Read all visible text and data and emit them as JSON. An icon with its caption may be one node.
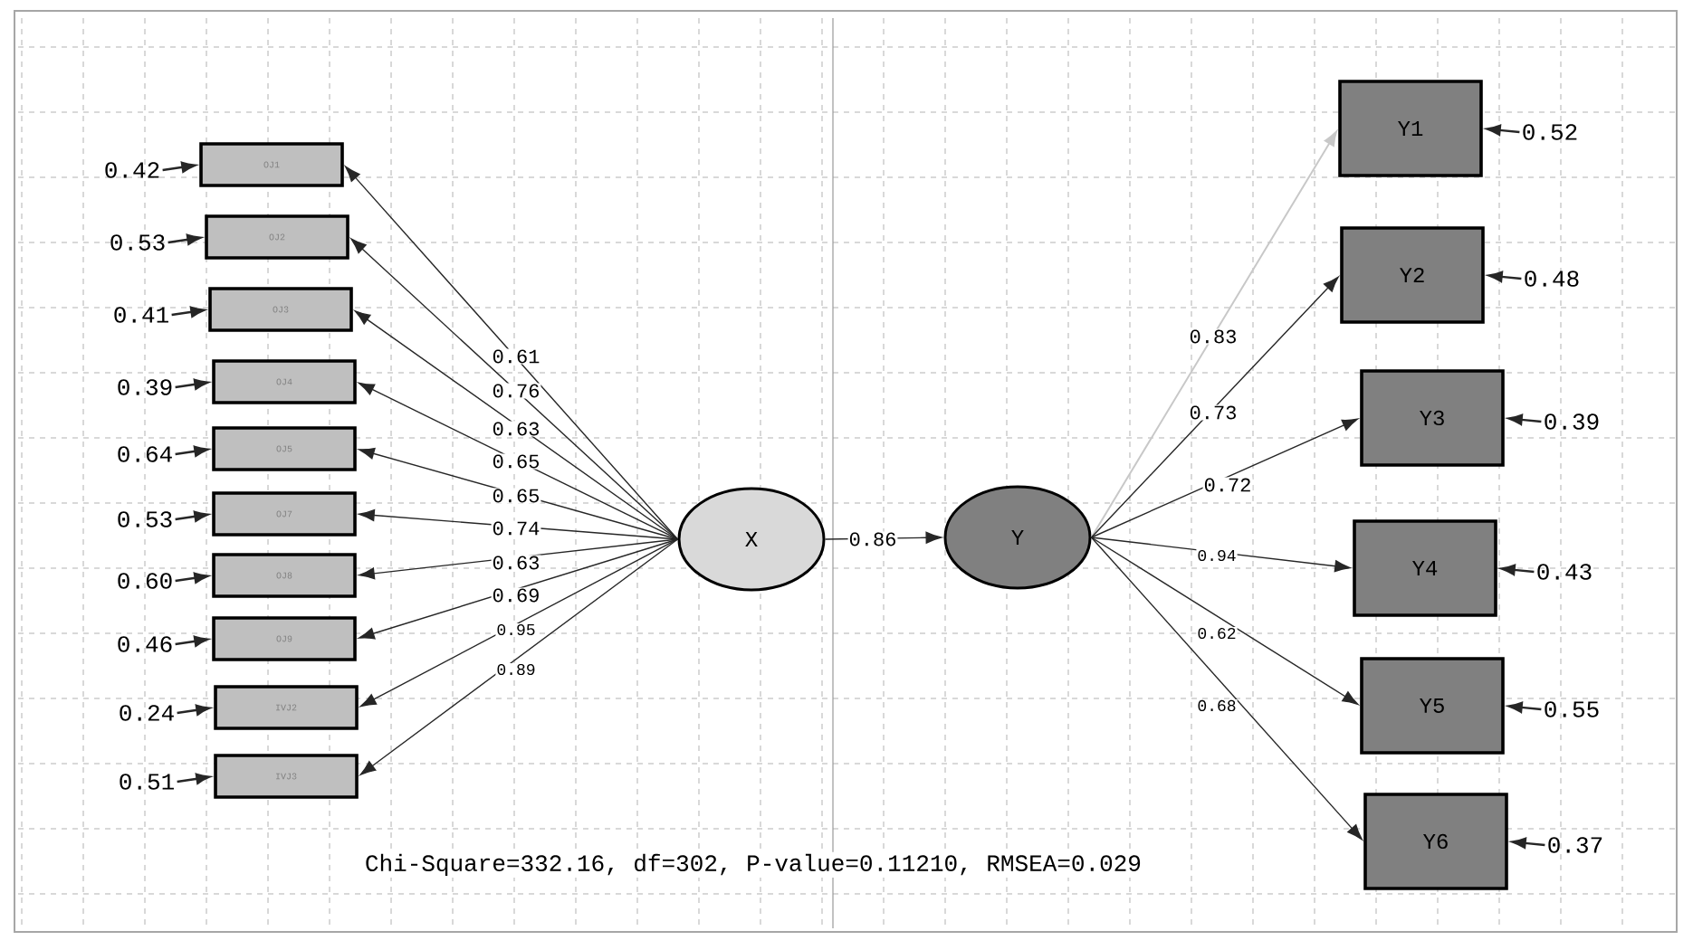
{
  "diagram": {
    "nodes": [
      {
        "text": [
          "OJ1"
        ]
      },
      {
        "text": [
          "OJ2"
        ]
      },
      {
        "text": [
          "OJ3"
        ]
      },
      {
        "text": [
          "OJ4"
        ]
      },
      {
        "text": [
          "OJ5"
        ]
      },
      {
        "text": [
          "OJ7"
        ]
      },
      {
        "text": [
          "OJ8"
        ]
      },
      {
        "text": [
          "OJ9"
        ]
      },
      {
        "text": [
          "IVJ2"
        ]
      },
      {
        "text": [
          "IVJ3"
        ]
      },
      {
        "text": [
          "X"
        ]
      },
      {
        "text": [
          "Y"
        ]
      },
      {
        "text": [
          "Y1"
        ]
      },
      {
        "text": [
          "Y2"
        ]
      },
      {
        "text": [
          "Y3"
        ]
      },
      {
        "text": [
          "Y4"
        ]
      },
      {
        "text": [
          "Y5"
        ]
      },
      {
        "text": [
          "Y6"
        ]
      },
      {
        "text": [
          "0.42"
        ]
      },
      {
        "text": [
          "0.53"
        ]
      },
      {
        "text": [
          "0.41"
        ]
      },
      {
        "text": [
          "0.39"
        ]
      },
      {
        "text": [
          "0.64"
        ]
      },
      {
        "text": [
          "0.53"
        ]
      },
      {
        "text": [
          "0.60"
        ]
      },
      {
        "text": [
          "0.46"
        ]
      },
      {
        "text": [
          "0.24"
        ]
      },
      {
        "text": [
          "0.51"
        ]
      },
      {
        "text": [
          "0.52"
        ]
      },
      {
        "text": [
          "0.48"
        ]
      },
      {
        "text": [
          "0.39"
        ]
      },
      {
        "text": [
          "0.43"
        ]
      },
      {
        "text": [
          "0.55"
        ]
      },
      {
        "text": [
          "0.37"
        ]
      }
    ],
    "edges": [
      {
        "from": 10,
        "to": 0,
        "arrow": "to",
        "label": "0.61"
      },
      {
        "from": 10,
        "to": 1,
        "arrow": "to",
        "label": "0.76"
      },
      {
        "from": 10,
        "to": 2,
        "arrow": "to",
        "label": "0.63"
      },
      {
        "from": 10,
        "to": 3,
        "arrow": "to",
        "label": "0.65"
      },
      {
        "from": 10,
        "to": 4,
        "arrow": "to",
        "label": "0.65"
      },
      {
        "from": 10,
        "to": 5,
        "arrow": "to",
        "label": "0.74"
      },
      {
        "from": 10,
        "to": 6,
        "arrow": "to",
        "label": "0.63"
      },
      {
        "from": 10,
        "to": 7,
        "arrow": "to",
        "label": "0.69"
      },
      {
        "from": 10,
        "to": 8,
        "arrow": "to",
        "label": "0.95"
      },
      {
        "from": 10,
        "to": 9,
        "arrow": "to",
        "label": "0.89"
      },
      {
        "from": 10,
        "to": 11,
        "arrow": "to",
        "label": "0.86"
      },
      {
        "from": 11,
        "to": 12,
        "arrow": "to",
        "label": "0.83",
        "color": "#c8c8c8"
      },
      {
        "from": 11,
        "to": 13,
        "arrow": "to",
        "label": "0.73"
      },
      {
        "from": 11,
        "to": 14,
        "arrow": "to",
        "label": "0.72"
      },
      {
        "from": 11,
        "to": 15,
        "arrow": "to",
        "label": "0.94"
      },
      {
        "from": 11,
        "to": 16,
        "arrow": "to",
        "label": "0.62"
      },
      {
        "from": 11,
        "to": 17,
        "arrow": "to",
        "label": "0.68"
      },
      {
        "from": 18,
        "to": 0,
        "arrow": "to"
      },
      {
        "from": 19,
        "to": 1,
        "arrow": "to"
      },
      {
        "from": 20,
        "to": 2,
        "arrow": "to"
      },
      {
        "from": 21,
        "to": 3,
        "arrow": "to"
      },
      {
        "from": 22,
        "to": 4,
        "arrow": "to"
      },
      {
        "from": 23,
        "to": 5,
        "arrow": "to"
      },
      {
        "from": 24,
        "to": 6,
        "arrow": "to"
      },
      {
        "from": 25,
        "to": 7,
        "arrow": "to"
      },
      {
        "from": 26,
        "to": 8,
        "arrow": "to"
      },
      {
        "from": 27,
        "to": 9,
        "arrow": "to"
      },
      {
        "from": 28,
        "to": 12,
        "arrow": "to"
      },
      {
        "from": 29,
        "to": 13,
        "arrow": "to"
      },
      {
        "from": 30,
        "to": 14,
        "arrow": "to"
      },
      {
        "from": 31,
        "to": 15,
        "arrow": "to"
      },
      {
        "from": 32,
        "to": 16,
        "arrow": "to"
      },
      {
        "from": 33,
        "to": 17,
        "arrow": "to"
      }
    ],
    "labels": [
      "Chi-Square=332.16, df=302, P-value=0.11210, RMSEA=0.029"
    ]
  }
}
